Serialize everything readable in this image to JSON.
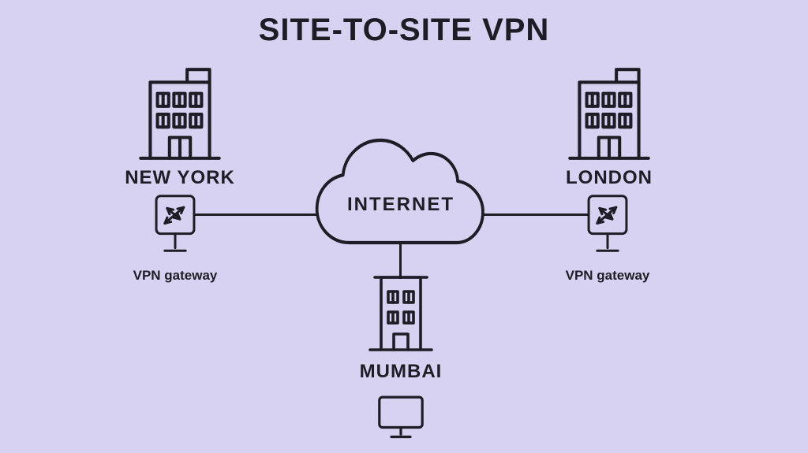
{
  "title": "SITE-TO-SITE VPN",
  "colors": {
    "background": "#d8d2f2",
    "ink": "#1e1d26"
  },
  "diagram": {
    "internet": {
      "label": "INTERNET"
    },
    "sites": [
      {
        "name": "NEW YORK",
        "gateway_label": "VPN gateway"
      },
      {
        "name": "LONDON",
        "gateway_label": "VPN gateway"
      },
      {
        "name": "MUMBAI"
      }
    ],
    "icons": [
      {
        "name": "building-icon"
      },
      {
        "name": "vpn-gateway-monitor-icon"
      },
      {
        "name": "internet-cloud-icon"
      },
      {
        "name": "desktop-monitor-icon"
      }
    ]
  }
}
